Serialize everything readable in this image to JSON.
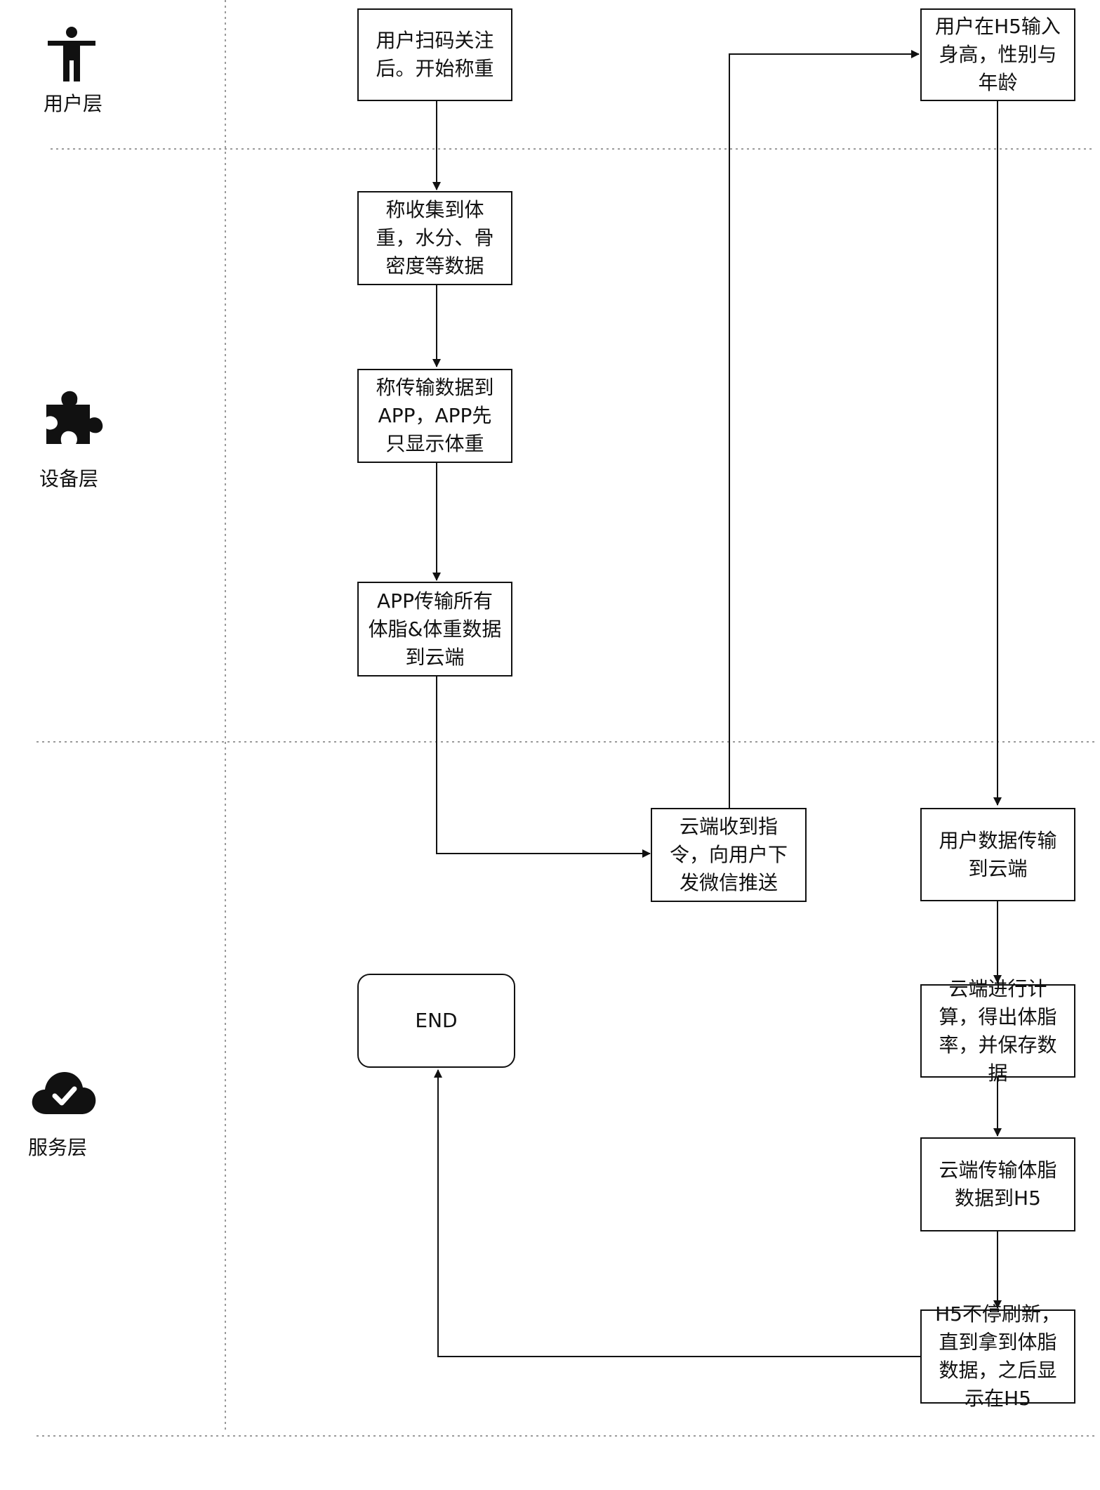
{
  "lanes": [
    {
      "id": "user",
      "label": "用户层",
      "icon": "person-icon"
    },
    {
      "id": "device",
      "label": "设备层",
      "icon": "puzzle-piece-icon"
    },
    {
      "id": "service",
      "label": "服务层",
      "icon": "cloud-check-icon"
    }
  ],
  "nodes": {
    "scan_follow": "用户扫码关注\n后。开始称重",
    "collect_data": "称收集到体\n重，水分、骨\n密度等数据",
    "transmit_to_app": "称传输数据到\nAPP，APP先\n只显示体重",
    "app_to_cloud": "APP传输所有\n体脂&体重数据\n到云端",
    "cloud_push": "云端收到指\n令，向用户下\n发微信推送",
    "h5_input": "用户在H5输入\n身高，性别与\n年龄",
    "user_data_to_cloud": "用户数据传输\n到云端",
    "cloud_compute": "云端进行计\n算，得出体脂\n率，并保存数\n据",
    "cloud_to_h5": "云端传输体脂\n数据到H5",
    "h5_refresh": "H5不停刷新，\n直到拿到体脂\n数据，之后显\n示在H5",
    "end": "END"
  },
  "colors": {
    "stroke": "#111111",
    "divider": "#9a9a9a",
    "background": "#ffffff"
  }
}
